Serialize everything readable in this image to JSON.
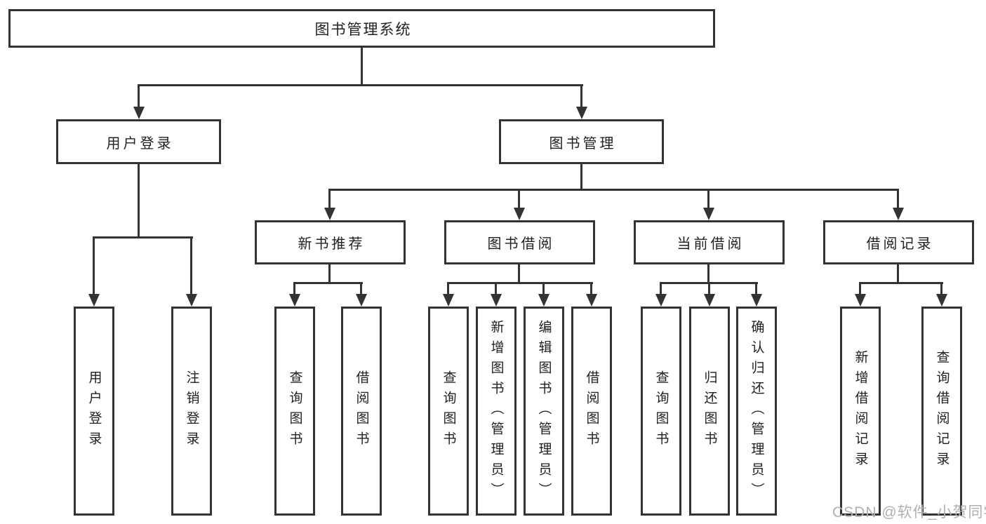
{
  "colors": {
    "line": "#333333",
    "text": "#1f1f1f",
    "watermark": "#b0b0b0",
    "background": "#ffffff"
  },
  "watermark": "CSDN @软件_小贺同学",
  "tree": {
    "root": {
      "label": "图书管理系统"
    },
    "branches": [
      {
        "label": "用户登录",
        "children": [
          {
            "label": "用户登录"
          },
          {
            "label": "注销登录"
          }
        ]
      },
      {
        "label": "图书管理",
        "children": [
          {
            "label": "新书推荐",
            "children": [
              {
                "label": "查询图书"
              },
              {
                "label": "借阅图书"
              }
            ]
          },
          {
            "label": "图书借阅",
            "children": [
              {
                "label": "查询图书"
              },
              {
                "label": "新增图书（管理员）"
              },
              {
                "label": "编辑图书（管理员）"
              },
              {
                "label": "借阅图书"
              }
            ]
          },
          {
            "label": "当前借阅",
            "children": [
              {
                "label": "查询图书"
              },
              {
                "label": "归还图书"
              },
              {
                "label": "确认归还（管理员）"
              }
            ]
          },
          {
            "label": "借阅记录",
            "children": [
              {
                "label": "新增借阅记录"
              },
              {
                "label": "查询借阅记录"
              }
            ]
          }
        ]
      }
    ]
  }
}
